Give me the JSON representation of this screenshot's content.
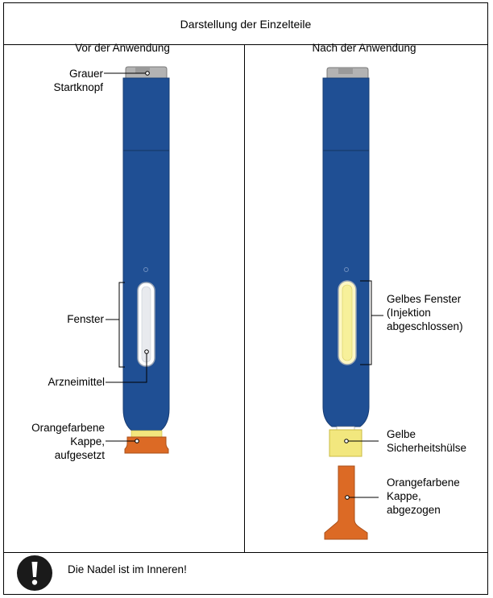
{
  "header": {
    "title": "Darstellung der Einzelteile"
  },
  "left": {
    "heading": "Vor der Anwendung",
    "labels": {
      "button": [
        "Grauer",
        "Startknopf"
      ],
      "window": "Fenster",
      "medicine": "Arzneimittel",
      "cap": [
        "Orangefarbene",
        "Kappe,",
        "aufgesetzt"
      ]
    }
  },
  "right": {
    "heading": "Nach der Anwendung",
    "labels": {
      "window": [
        "Gelbes Fenster",
        "(Injektion",
        "abgeschlossen)"
      ],
      "sleeve": [
        "Gelbe",
        "Sicherheitshülse"
      ],
      "cap": [
        "Orangefarbene",
        "Kappe,",
        "abgezogen"
      ]
    }
  },
  "footer": {
    "icon": "exclamation-icon",
    "text": "Die Nadel ist im Inneren!"
  },
  "colors": {
    "pen_body": "#1f4f94",
    "pen_outline": "#173c73",
    "button_grey": "#b3b3b3",
    "cap_orange": "#dc6a25",
    "sleeve_yellow": "#f2e77e",
    "window_yellow": "#f7f09a"
  }
}
